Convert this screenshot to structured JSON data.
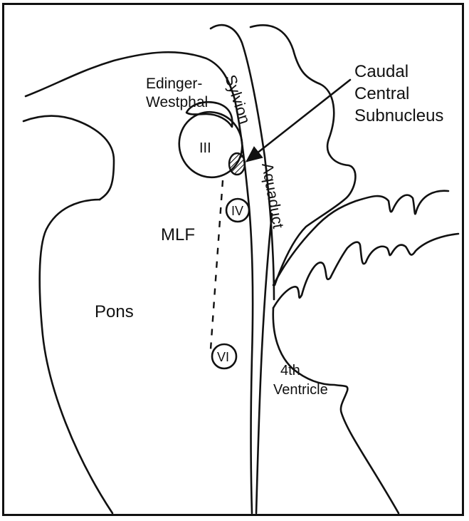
{
  "labels": {
    "edinger_line1": "Edinger-",
    "edinger_line2": "Westphal",
    "caudal_line1": "Caudal",
    "caudal_line2": "Central",
    "caudal_line3": "Subnucleus",
    "sylvion": "Sylvion",
    "aquaduct": "Aquaduct",
    "nucleus_III": "III",
    "nucleus_IV": "IV",
    "nucleus_VI": "VI",
    "mlf": "MLF",
    "pons": "Pons",
    "ventricle_line1": "4th",
    "ventricle_line2": "Ventricle"
  },
  "colors": {
    "ink": "#111111",
    "background": "#ffffff"
  }
}
